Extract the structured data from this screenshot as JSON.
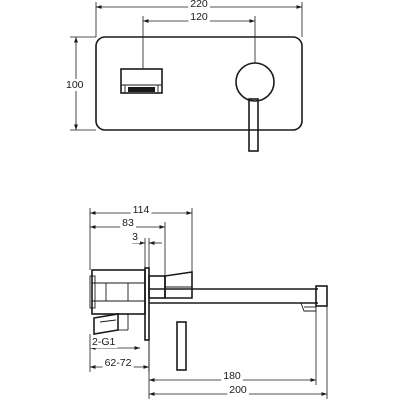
{
  "front_view": {
    "dim_width": "220",
    "dim_center_spacing": "120",
    "dim_height": "100"
  },
  "side_view": {
    "dim_114": "114",
    "dim_83": "83",
    "dim_3": "3",
    "dim_thread": "2-G1",
    "dim_depth_range": "62-72",
    "dim_180": "180",
    "dim_200": "200"
  },
  "colors": {
    "line": "#1a1a1a",
    "background": "#ffffff"
  }
}
